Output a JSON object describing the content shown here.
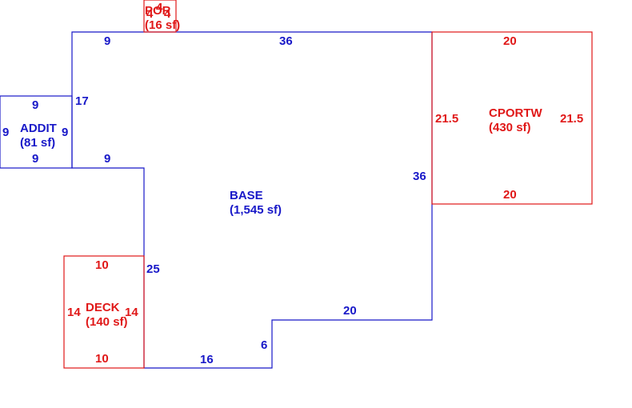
{
  "colors": {
    "base": "#1818c8",
    "other": "#e01818"
  },
  "areas": {
    "base": {
      "name": "BASE",
      "area": "(1,545 sf)"
    },
    "addit": {
      "name": "ADDIT",
      "area": "(81 sf)"
    },
    "cportw": {
      "name": "CPORTW",
      "area": "(430 sf)"
    },
    "deck": {
      "name": "DECK",
      "area": "(140 sf)"
    },
    "por": {
      "name": "POR",
      "area": "(16 sf)"
    }
  },
  "dimensions": {
    "base_top_left": "9",
    "base_top_right": "36",
    "base_left_upper": "17",
    "base_step_top": "9",
    "base_left_lower": "25",
    "base_bottom_left": "16",
    "base_step_riser": "6",
    "base_bottom_right": "20",
    "base_right": "36",
    "addit_top": "9",
    "addit_bottom": "9",
    "addit_left": "9",
    "addit_right": "9",
    "cportw_top": "20",
    "cportw_bottom": "20",
    "cportw_left": "21.5",
    "cportw_right": "21.5",
    "deck_top": "10",
    "deck_bottom": "10",
    "deck_left": "14",
    "deck_right": "14",
    "por_top": "4",
    "por_left": "4",
    "por_right": "4"
  }
}
